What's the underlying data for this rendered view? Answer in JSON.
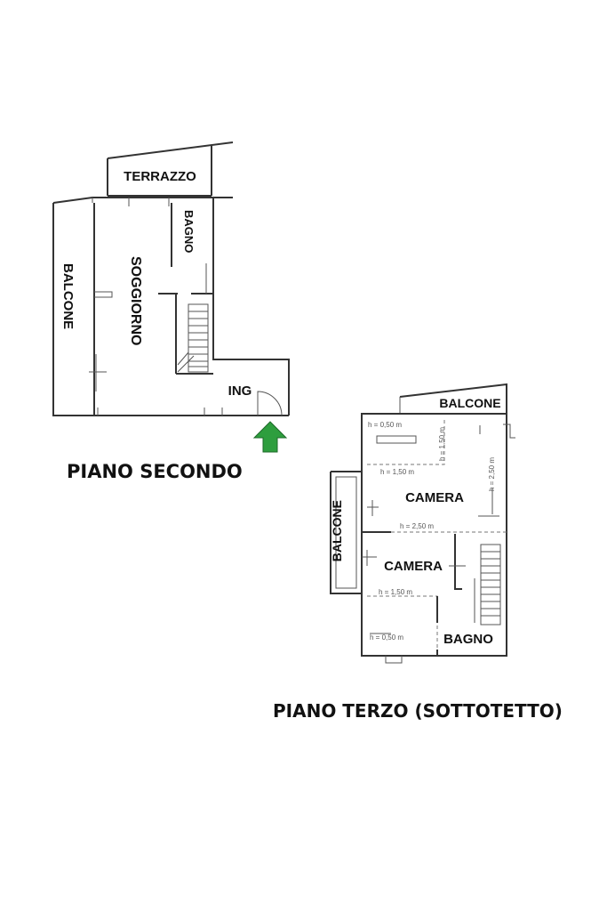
{
  "floor2": {
    "title": "PIANO SECONDO",
    "rooms": {
      "terrazzo": "TERRAZZO",
      "bagno": "BAGNO",
      "balcone": "BALCONE",
      "soggiorno": "SOGGIORNO",
      "ing": "ING"
    }
  },
  "floor3": {
    "title": "PIANO TERZO (SOTTOTETTO)",
    "rooms": {
      "balcone_top": "BALCONE",
      "camera_1": "CAMERA",
      "balcone_side": "BALCONE",
      "camera_2": "CAMERA",
      "bagno": "BAGNO"
    },
    "heights": {
      "h1": "h = 0,50 m",
      "h2": "h = 1,50 m",
      "h3": "h = 1,50 m",
      "h4": "h = 2,50 m",
      "h5": "h = 2,50 m",
      "h6": "h = 1,50 m",
      "h7": "h = 0,50 m"
    }
  },
  "colors": {
    "entrance_arrow": "#2e9e3e",
    "walls": "#333333"
  },
  "icons": [
    "entrance-arrow-icon",
    "stair-icon",
    "door-swing-icon"
  ]
}
